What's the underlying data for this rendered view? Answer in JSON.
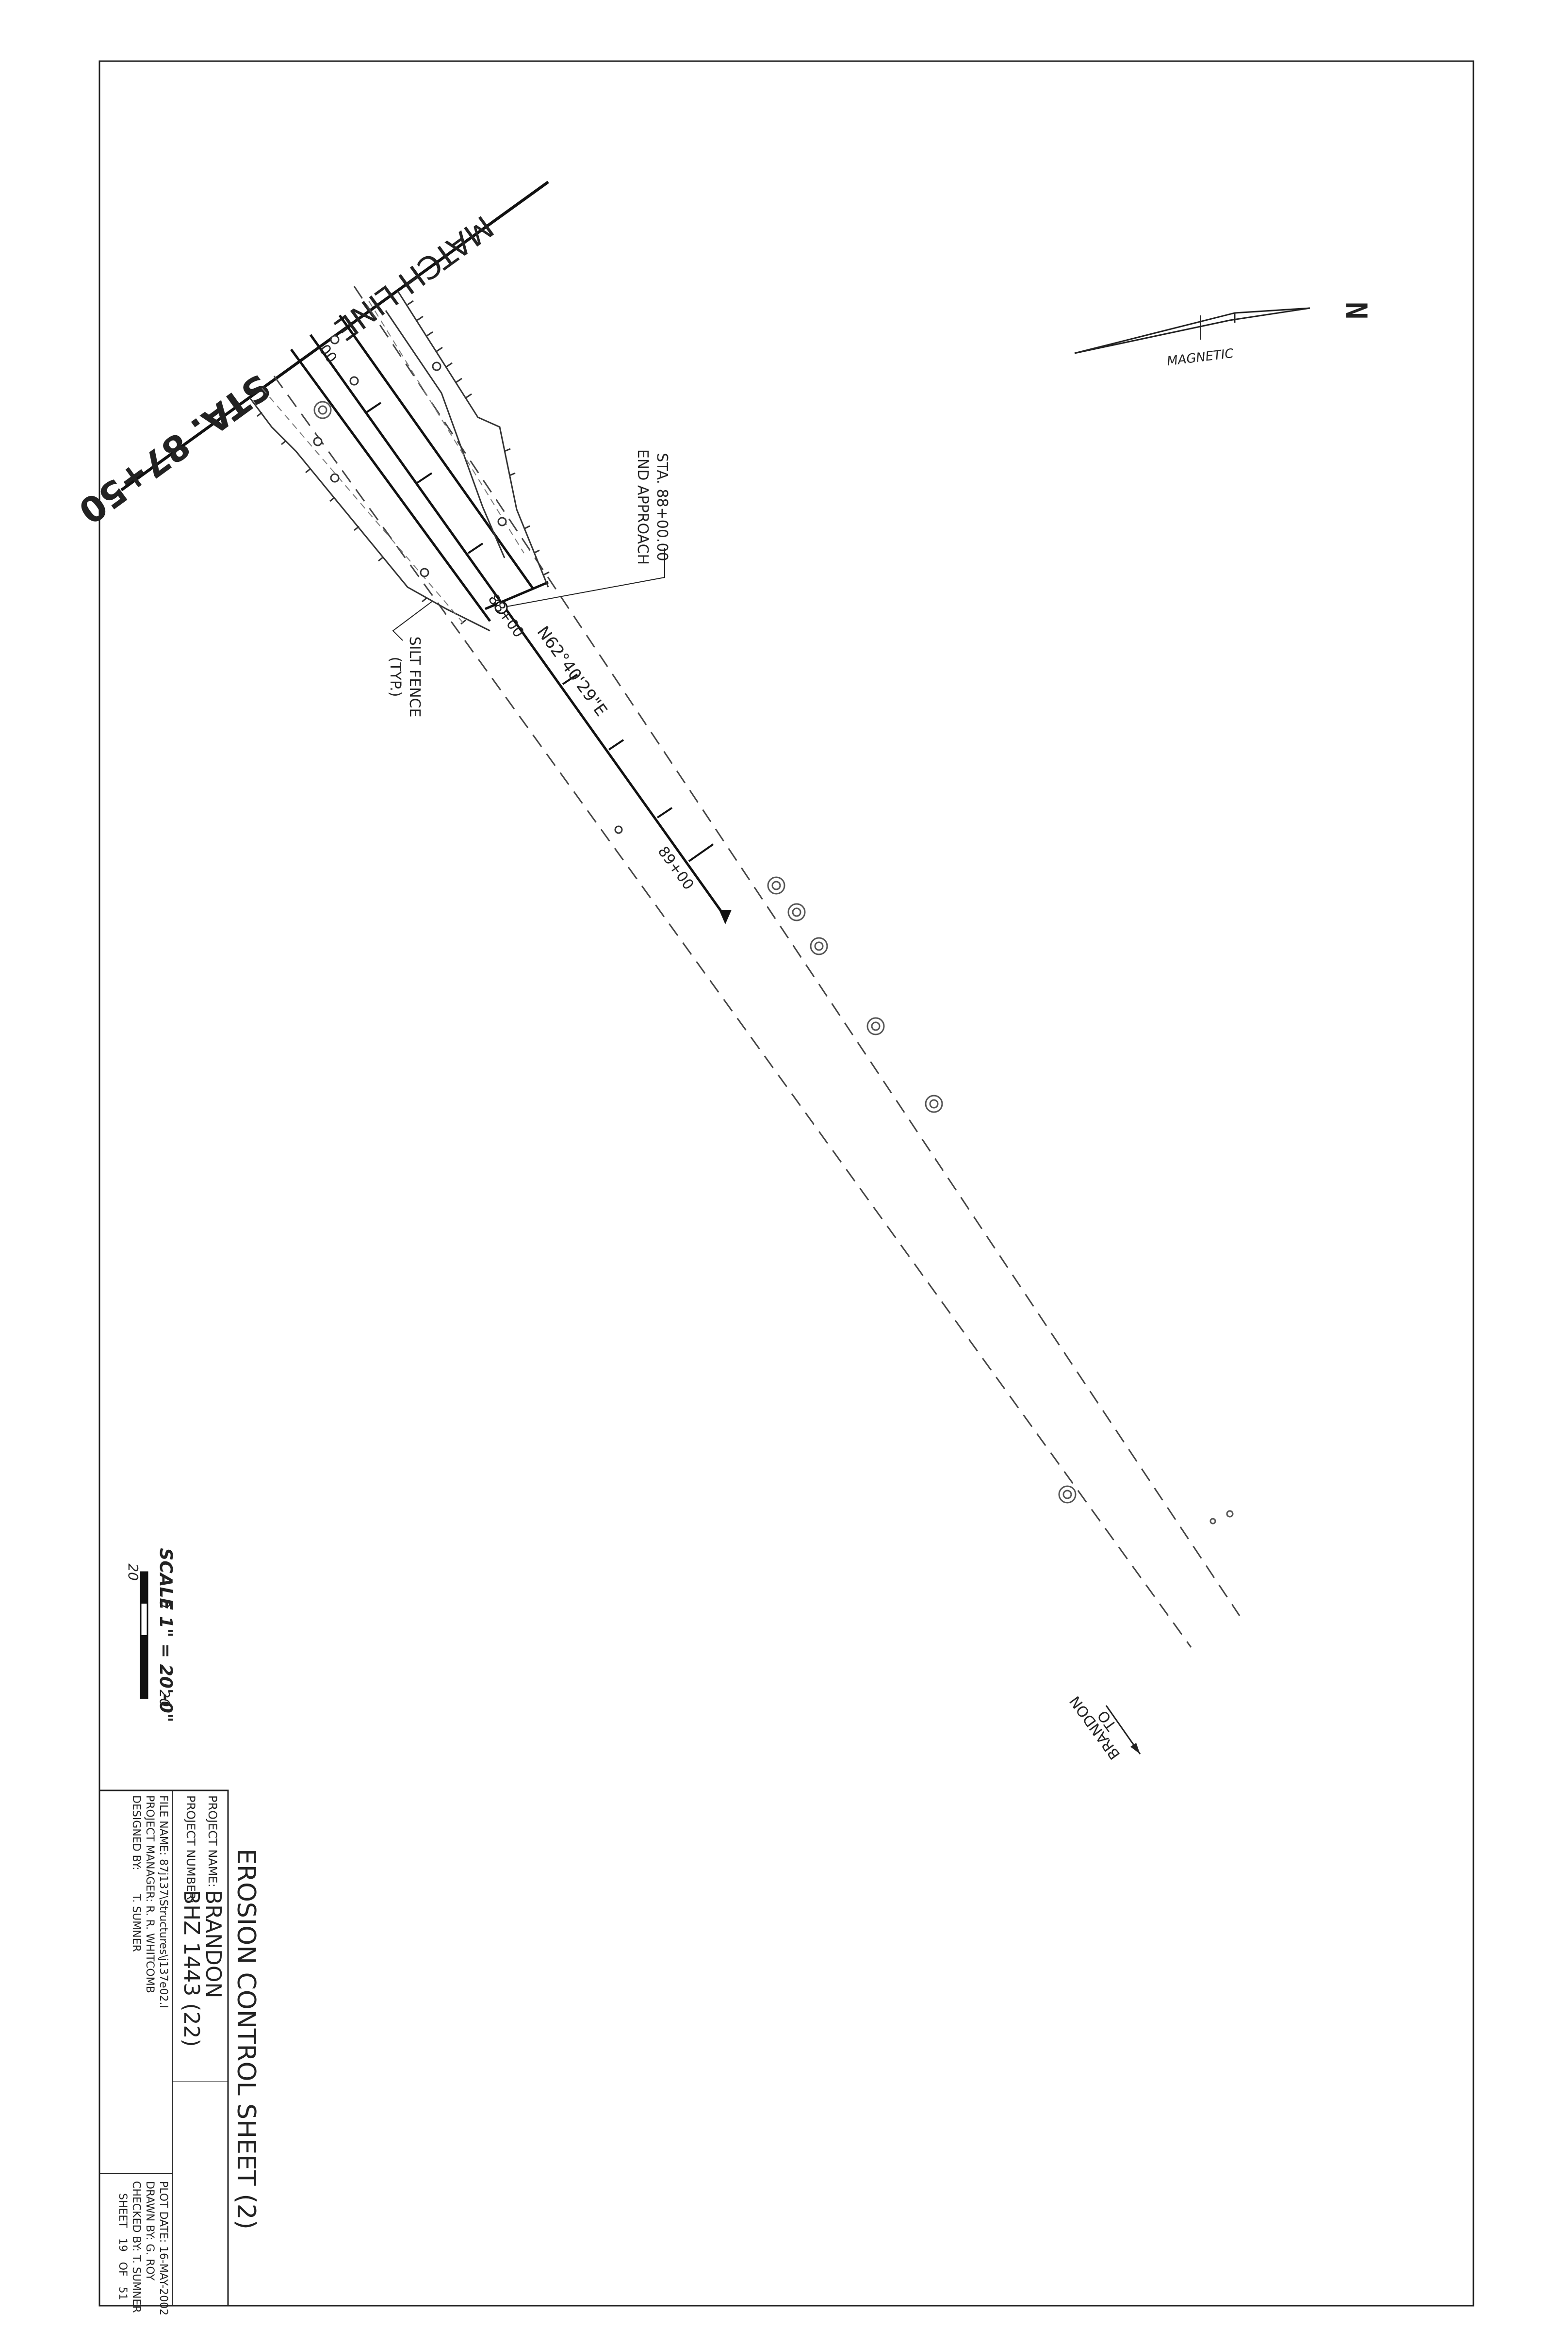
{
  "match_line": {
    "label": "MATCH LINE",
    "station": "STA. 87+50"
  },
  "north_arrow": {
    "letter": "N",
    "label": "MAGNETIC"
  },
  "end_approach": {
    "line1": "END APPROACH",
    "line2": "STA. 88+00.00"
  },
  "silt_fence": {
    "line1": "SILT FENCE",
    "line2": "(TYP.)"
  },
  "bearing": "N62°40'29\"E",
  "stations": {
    "sta_88": "88+00",
    "sta_89": "89+00",
    "partial": "00"
  },
  "to_brandon": {
    "line1": "TO",
    "line2": "BRANDON"
  },
  "scale": {
    "title": "SCALE 1\" = 20'-0\"",
    "left": "20",
    "mid": "0",
    "right": "20"
  },
  "title_block": {
    "sheet_title": "EROSION CONTROL SHEET (2)",
    "project_name_label": "PROJECT NAME:",
    "project_name": "BRANDON",
    "project_number_label": "PROJECT NUMBER:",
    "project_number": "BHZ 1443 (22)",
    "file_name": "FILE NAME: 87j137\\Structures\\j137e02.l",
    "project_manager": "PROJECT MANAGER: R. R. WHITCOMB",
    "designed_by": "DESIGNED BY:       T. SUMNER",
    "plot_date": "PLOT DATE: 16-MAY-2002",
    "drawn_by": "DRAWN BY: G. ROY",
    "checked_by": "CHECKED BY: T. SUMNER",
    "sheet_number": "SHEET   19   OF   51"
  }
}
